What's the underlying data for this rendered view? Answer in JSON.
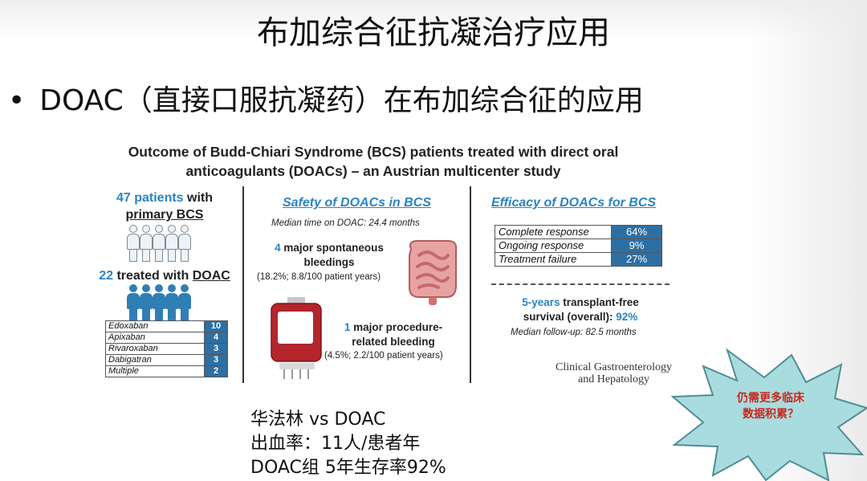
{
  "slide": {
    "title": "布加综合征抗凝治疗应用",
    "bullet_marker": "•",
    "bullet": "DOAC（直接口服抗凝药）在布加综合征的应用"
  },
  "infographic": {
    "title_line1": "Outcome of Budd-Chiari Syndrome (BCS) patients treated with direct oral",
    "title_line2": "anticoagulants (DOACs) – an Austrian multicenter study",
    "left": {
      "patients_count": "47 patients",
      "patients_with": " with",
      "patients_condition": "primary BCS",
      "treated_count": "22",
      "treated_text": " treated with ",
      "treated_drug": "DOAC",
      "drugs": [
        {
          "name": "Edoxaban",
          "n": "10"
        },
        {
          "name": "Apixaban",
          "n": "4"
        },
        {
          "name": "Rivaroxaban",
          "n": "3"
        },
        {
          "name": "Dabigatran",
          "n": "3"
        },
        {
          "name": "Multiple",
          "n": "2"
        }
      ]
    },
    "safety": {
      "heading": "Safety of DOACs in BCS",
      "median": "Median time on DOAC: 24.4 months",
      "bleed1_count": "4",
      "bleed1_text_a": " major spontaneous",
      "bleed1_text_b": "bleedings",
      "bleed1_detail": "(18.2%; 8.8/100 patient years)",
      "bleed2_count": "1",
      "bleed2_text_a": " major procedure-",
      "bleed2_text_b": "related bleeding",
      "bleed2_detail": "(4.5%; 2.2/100 patient years)"
    },
    "efficacy": {
      "heading": "Efficacy of DOACs for BCS",
      "rows": [
        {
          "label": "Complete response",
          "pct": "64%"
        },
        {
          "label": "Ongoing response",
          "pct": "9%"
        },
        {
          "label": "Treatment failure",
          "pct": "27%"
        }
      ],
      "survival_a": "5-years",
      "survival_b": " transplant-free",
      "survival_c": "survival (overall): ",
      "survival_pct": "92%",
      "followup": "Median follow-up: 82.5 months",
      "journal_line1": "Clinical Gastroenterology",
      "journal_line2": "and Hepatology"
    }
  },
  "notes": {
    "line1": "华法林 vs DOAC",
    "line2": "出血率：11人/患者年",
    "line3": "DOAC组 5年生存率92%"
  },
  "callout": {
    "line1": "仍需更多临床",
    "line2": "数据积累？"
  },
  "colors": {
    "accent_blue": "#2a84c4",
    "table_blue": "#2d6fa3",
    "callout_fill": "#a9dcdf",
    "callout_text": "#c8281e",
    "blood_red": "#b3262b"
  }
}
